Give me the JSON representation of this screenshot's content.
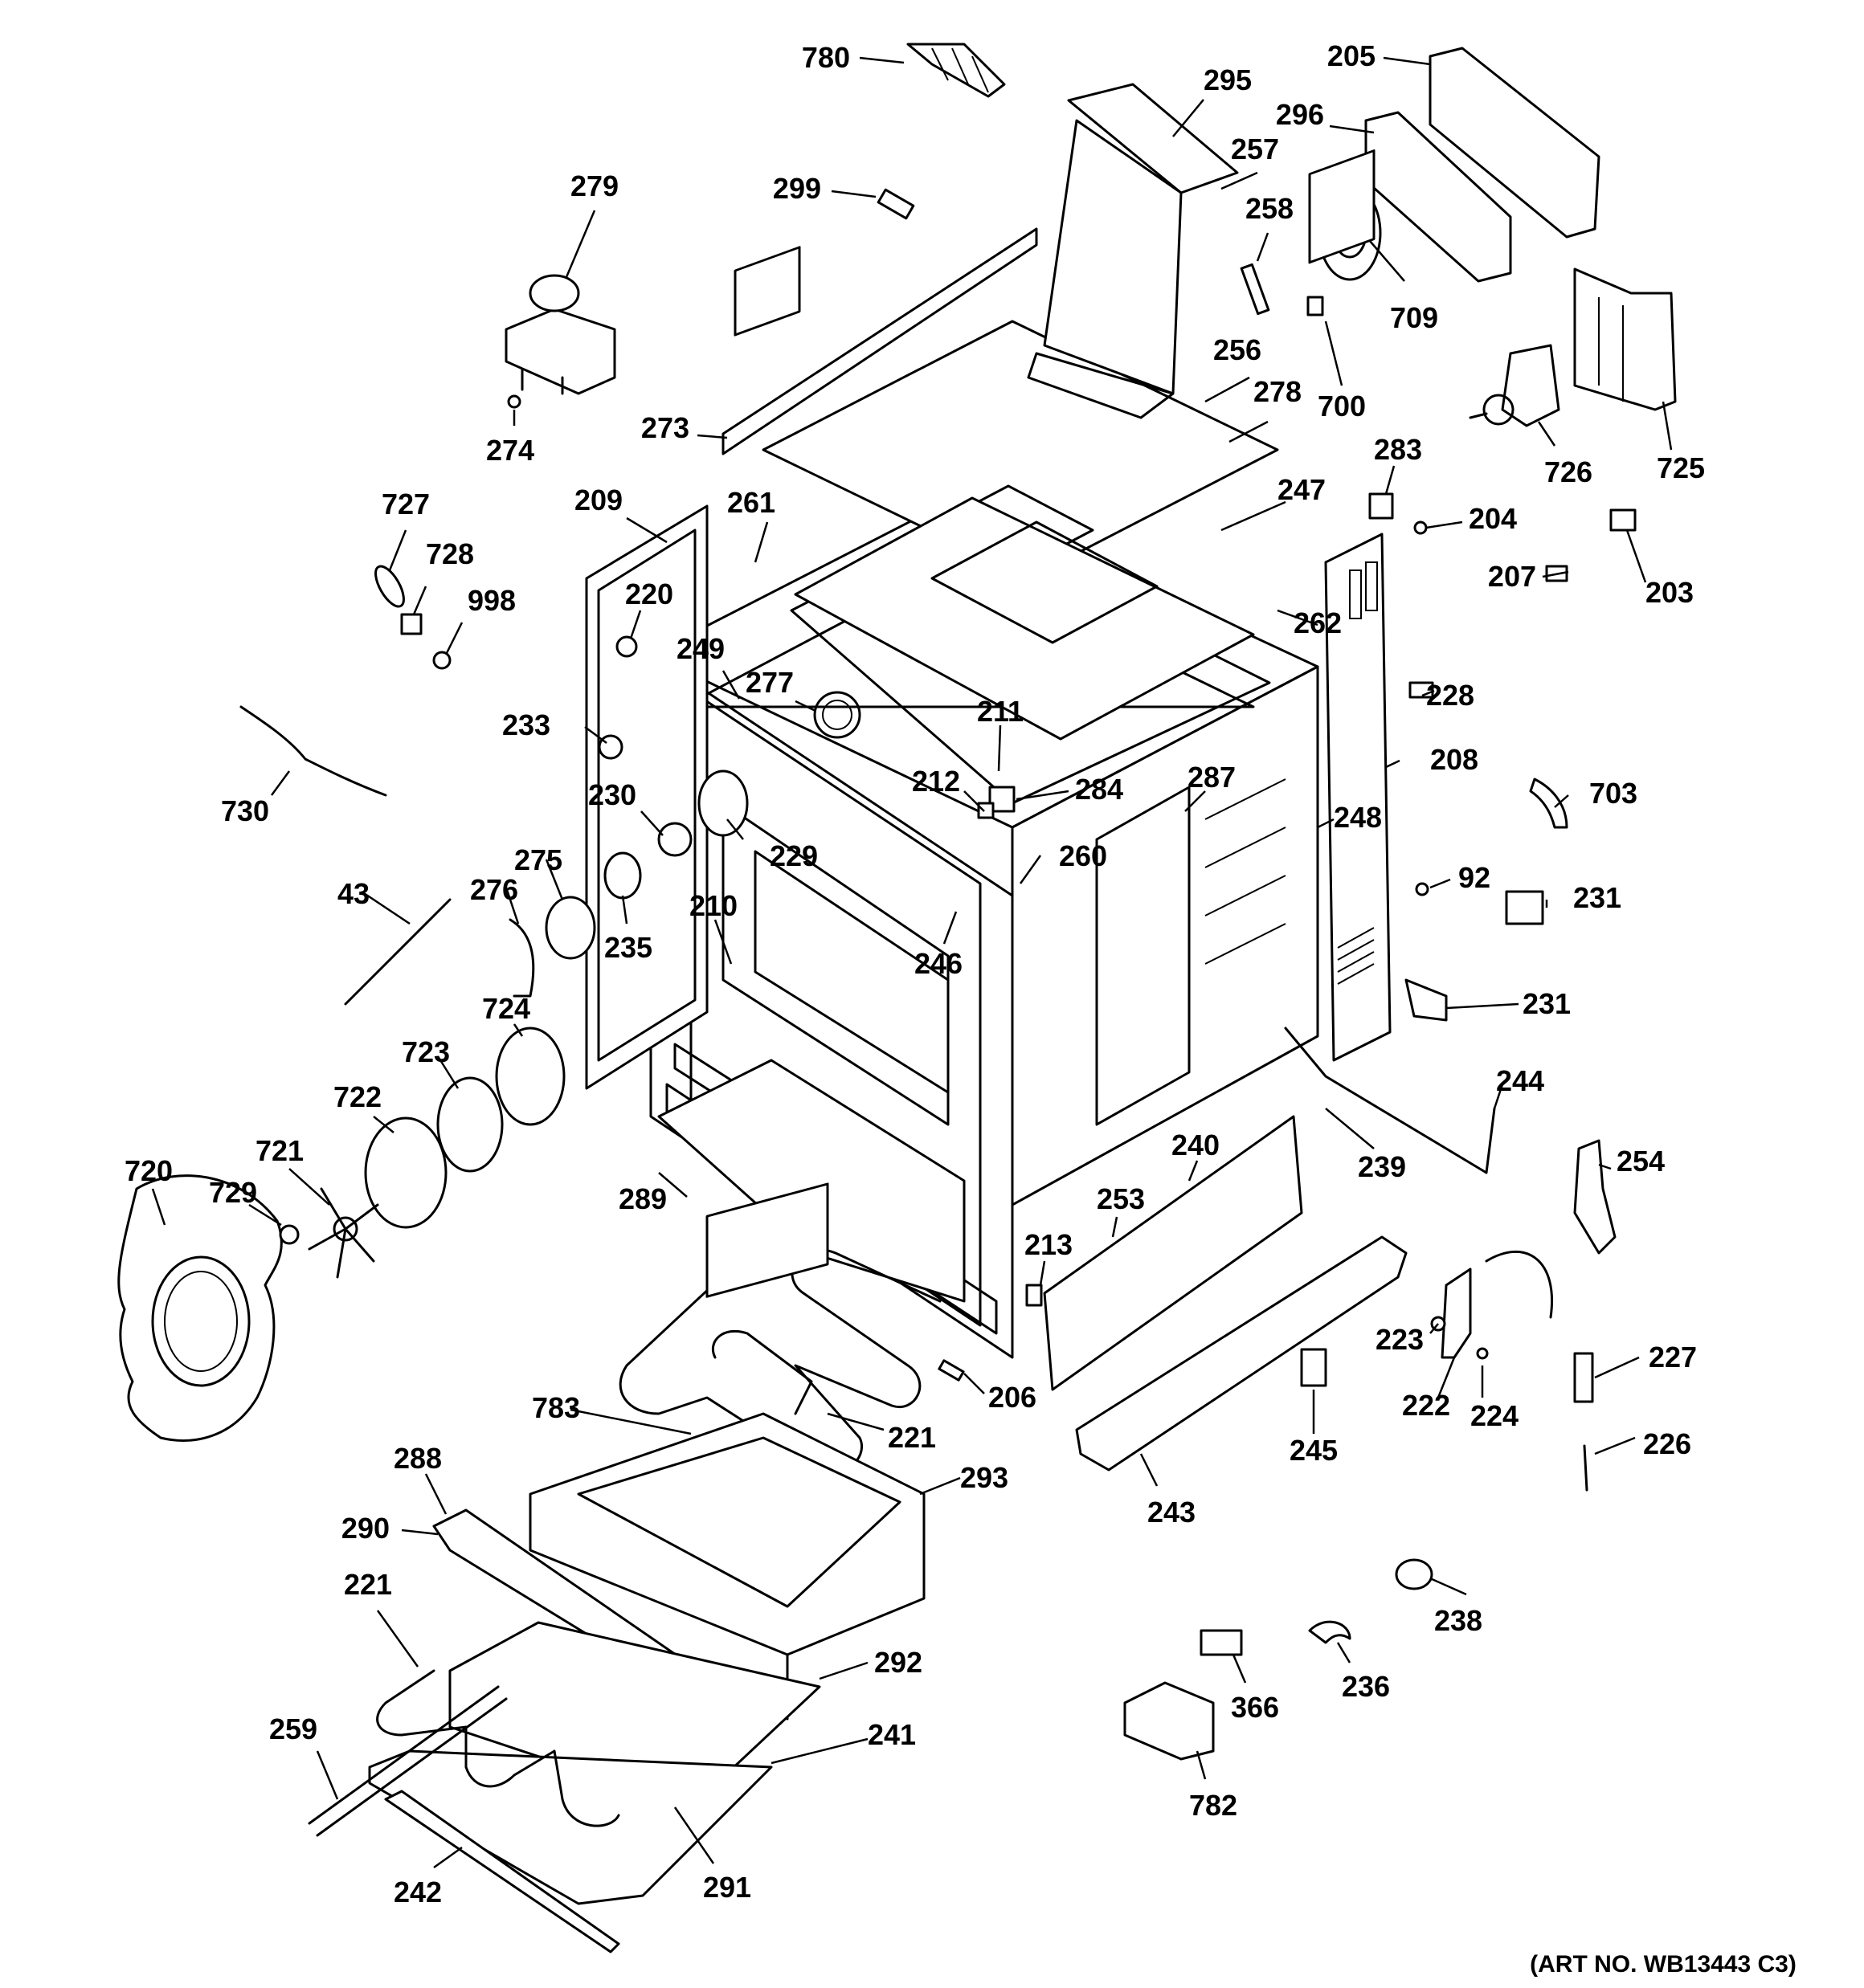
{
  "art_number": "(ART NO. WB13443 C3)",
  "callouts": [
    "780",
    "295",
    "205",
    "296",
    "257",
    "299",
    "258",
    "279",
    "709",
    "256",
    "700",
    "278",
    "273",
    "274",
    "283",
    "725",
    "726",
    "247",
    "204",
    "209",
    "261",
    "727",
    "262",
    "203",
    "207",
    "220",
    "728",
    "998",
    "249",
    "277",
    "228",
    "211",
    "208",
    "233",
    "703",
    "212",
    "284",
    "287",
    "730",
    "230",
    "248",
    "229",
    "260",
    "92",
    "231",
    "275",
    "43",
    "276",
    "210",
    "235",
    "246",
    "231",
    "724",
    "244",
    "723",
    "722",
    "240",
    "239",
    "720",
    "721",
    "254",
    "729",
    "253",
    "289",
    "213",
    "227",
    "223",
    "206",
    "222",
    "224",
    "783",
    "221",
    "245",
    "226",
    "293",
    "288",
    "243",
    "290",
    "238",
    "221",
    "292",
    "366",
    "236",
    "259",
    "241",
    "782",
    "291",
    "242"
  ]
}
